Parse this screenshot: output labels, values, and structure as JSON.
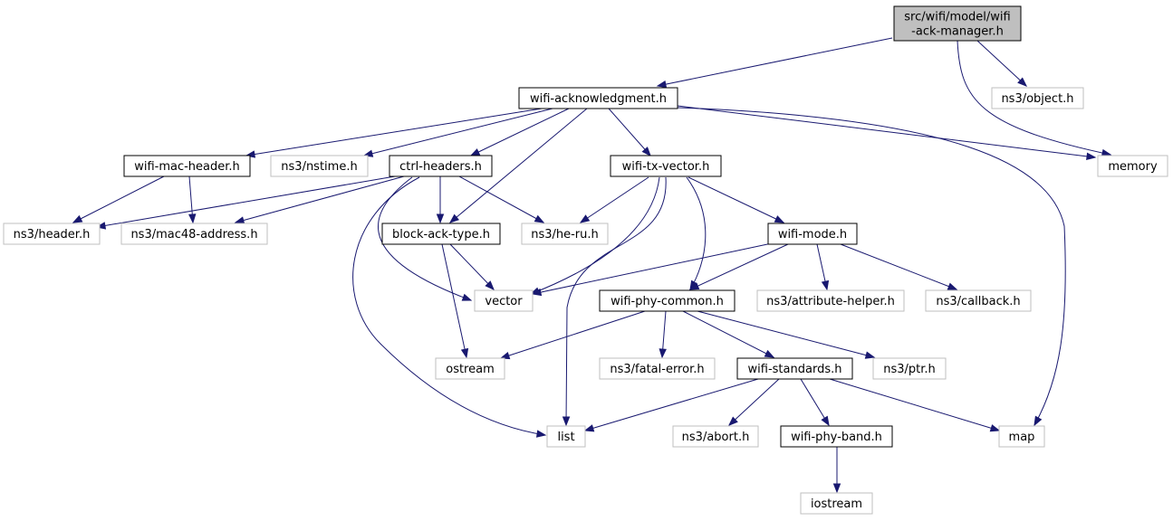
{
  "colors": {
    "edge": "#191970",
    "root_fill": "#bfbfbf",
    "root_border": "#000000",
    "internal_border": "#000000",
    "external_border": "#bfbfbf",
    "fill": "#ffffff"
  },
  "nodes": [
    {
      "id": "root",
      "kind": "root",
      "lines": [
        "src/wifi/model/wifi",
        "-ack-manager.h"
      ]
    },
    {
      "id": "wifi_ack",
      "kind": "internal",
      "lines": [
        "wifi-acknowledgment.h"
      ]
    },
    {
      "id": "ns3_object",
      "kind": "external",
      "lines": [
        "ns3/object.h"
      ]
    },
    {
      "id": "memory",
      "kind": "external",
      "lines": [
        "memory"
      ]
    },
    {
      "id": "wifi_mac_header",
      "kind": "internal",
      "lines": [
        "wifi-mac-header.h"
      ]
    },
    {
      "id": "ns3_nstime",
      "kind": "external",
      "lines": [
        "ns3/nstime.h"
      ]
    },
    {
      "id": "ctrl_headers",
      "kind": "internal",
      "lines": [
        "ctrl-headers.h"
      ]
    },
    {
      "id": "wifi_tx_vector",
      "kind": "internal",
      "lines": [
        "wifi-tx-vector.h"
      ]
    },
    {
      "id": "ns3_header",
      "kind": "external",
      "lines": [
        "ns3/header.h"
      ]
    },
    {
      "id": "ns3_mac48",
      "kind": "external",
      "lines": [
        "ns3/mac48-address.h"
      ]
    },
    {
      "id": "block_ack_type",
      "kind": "internal",
      "lines": [
        "block-ack-type.h"
      ]
    },
    {
      "id": "ns3_he_ru",
      "kind": "external",
      "lines": [
        "ns3/he-ru.h"
      ]
    },
    {
      "id": "wifi_mode",
      "kind": "internal",
      "lines": [
        "wifi-mode.h"
      ]
    },
    {
      "id": "vector",
      "kind": "external",
      "lines": [
        "vector"
      ]
    },
    {
      "id": "wifi_phy_common",
      "kind": "internal",
      "lines": [
        "wifi-phy-common.h"
      ]
    },
    {
      "id": "ns3_attr_helper",
      "kind": "external",
      "lines": [
        "ns3/attribute-helper.h"
      ]
    },
    {
      "id": "ns3_callback",
      "kind": "external",
      "lines": [
        "ns3/callback.h"
      ]
    },
    {
      "id": "ostream",
      "kind": "external",
      "lines": [
        "ostream"
      ]
    },
    {
      "id": "ns3_fatal_error",
      "kind": "external",
      "lines": [
        "ns3/fatal-error.h"
      ]
    },
    {
      "id": "wifi_standards",
      "kind": "internal",
      "lines": [
        "wifi-standards.h"
      ]
    },
    {
      "id": "ns3_ptr",
      "kind": "external",
      "lines": [
        "ns3/ptr.h"
      ]
    },
    {
      "id": "list",
      "kind": "external",
      "lines": [
        "list"
      ]
    },
    {
      "id": "ns3_abort",
      "kind": "external",
      "lines": [
        "ns3/abort.h"
      ]
    },
    {
      "id": "wifi_phy_band",
      "kind": "internal",
      "lines": [
        "wifi-phy-band.h"
      ]
    },
    {
      "id": "map",
      "kind": "external",
      "lines": [
        "map"
      ]
    },
    {
      "id": "iostream",
      "kind": "external",
      "lines": [
        "iostream"
      ]
    }
  ],
  "edges": [
    {
      "from": "root",
      "to": "wifi_ack"
    },
    {
      "from": "root",
      "to": "ns3_object"
    },
    {
      "from": "root",
      "to": "memory"
    },
    {
      "from": "wifi_ack",
      "to": "wifi_mac_header"
    },
    {
      "from": "wifi_ack",
      "to": "ns3_nstime"
    },
    {
      "from": "wifi_ack",
      "to": "ctrl_headers"
    },
    {
      "from": "wifi_ack",
      "to": "block_ack_type"
    },
    {
      "from": "wifi_ack",
      "to": "wifi_tx_vector"
    },
    {
      "from": "wifi_ack",
      "to": "memory"
    },
    {
      "from": "wifi_ack",
      "to": "map"
    },
    {
      "from": "wifi_mac_header",
      "to": "ns3_header"
    },
    {
      "from": "wifi_mac_header",
      "to": "ns3_mac48"
    },
    {
      "from": "ctrl_headers",
      "to": "ns3_header"
    },
    {
      "from": "ctrl_headers",
      "to": "ns3_mac48"
    },
    {
      "from": "ctrl_headers",
      "to": "block_ack_type"
    },
    {
      "from": "ctrl_headers",
      "to": "ns3_he_ru"
    },
    {
      "from": "ctrl_headers",
      "to": "vector"
    },
    {
      "from": "ctrl_headers",
      "to": "list"
    },
    {
      "from": "wifi_tx_vector",
      "to": "ns3_he_ru"
    },
    {
      "from": "wifi_tx_vector",
      "to": "wifi_mode"
    },
    {
      "from": "wifi_tx_vector",
      "to": "vector"
    },
    {
      "from": "wifi_tx_vector",
      "to": "wifi_phy_common"
    },
    {
      "from": "wifi_tx_vector",
      "to": "list"
    },
    {
      "from": "block_ack_type",
      "to": "vector"
    },
    {
      "from": "block_ack_type",
      "to": "ostream"
    },
    {
      "from": "wifi_mode",
      "to": "vector"
    },
    {
      "from": "wifi_mode",
      "to": "wifi_phy_common"
    },
    {
      "from": "wifi_mode",
      "to": "ns3_attr_helper"
    },
    {
      "from": "wifi_mode",
      "to": "ns3_callback"
    },
    {
      "from": "wifi_phy_common",
      "to": "ostream"
    },
    {
      "from": "wifi_phy_common",
      "to": "ns3_fatal_error"
    },
    {
      "from": "wifi_phy_common",
      "to": "wifi_standards"
    },
    {
      "from": "wifi_phy_common",
      "to": "ns3_ptr"
    },
    {
      "from": "wifi_standards",
      "to": "list"
    },
    {
      "from": "wifi_standards",
      "to": "ns3_abort"
    },
    {
      "from": "wifi_standards",
      "to": "wifi_phy_band"
    },
    {
      "from": "wifi_standards",
      "to": "map"
    },
    {
      "from": "wifi_phy_band",
      "to": "iostream"
    }
  ]
}
